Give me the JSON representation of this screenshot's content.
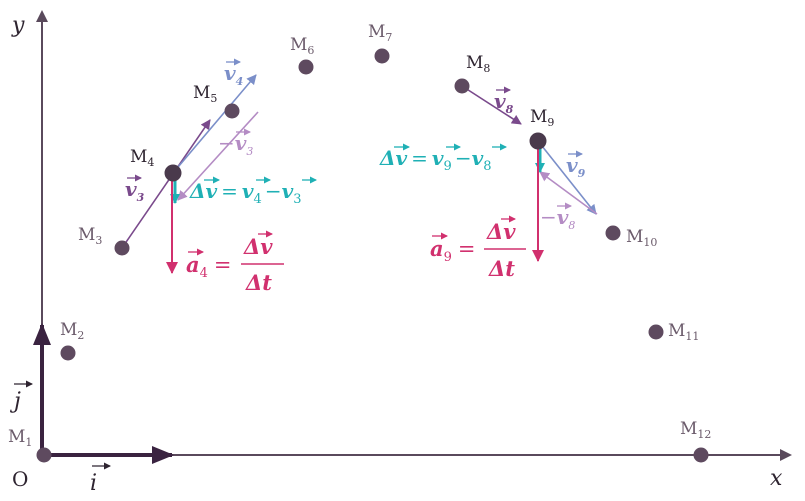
{
  "axes": {
    "x_label": "x",
    "y_label": "y",
    "origin_label": "O",
    "unit_i": "i",
    "unit_j": "j"
  },
  "points": [
    {
      "id": "M1",
      "name": "M",
      "sub": "1"
    },
    {
      "id": "M2",
      "name": "M",
      "sub": "2"
    },
    {
      "id": "M3",
      "name": "M",
      "sub": "3"
    },
    {
      "id": "M4",
      "name": "M",
      "sub": "4"
    },
    {
      "id": "M5",
      "name": "M",
      "sub": "5"
    },
    {
      "id": "M6",
      "name": "M",
      "sub": "6"
    },
    {
      "id": "M7",
      "name": "M",
      "sub": "7"
    },
    {
      "id": "M8",
      "name": "M",
      "sub": "8"
    },
    {
      "id": "M9",
      "name": "M",
      "sub": "9"
    },
    {
      "id": "M10",
      "name": "M",
      "sub": "10"
    },
    {
      "id": "M11",
      "name": "M",
      "sub": "11"
    },
    {
      "id": "M12",
      "name": "M",
      "sub": "12"
    }
  ],
  "vectors": {
    "v3": {
      "sym": "v",
      "sub": "3"
    },
    "v4": {
      "sym": "v",
      "sub": "4"
    },
    "neg_v3": {
      "sign": "−",
      "sym": "v",
      "sub": "3"
    },
    "v8": {
      "sym": "v",
      "sub": "8"
    },
    "v9": {
      "sym": "v",
      "sub": "9"
    },
    "neg_v8": {
      "sign": "−",
      "sym": "v",
      "sub": "8"
    }
  },
  "formulas": {
    "delta4": {
      "lhs": "Δv",
      "eq": "=",
      "a": "v",
      "a_sub": "4",
      "minus": "−",
      "b": "v",
      "b_sub": "3"
    },
    "delta9": {
      "lhs": "Δv",
      "eq": "=",
      "a": "v",
      "a_sub": "9",
      "minus": "−",
      "b": "v",
      "b_sub": "8"
    },
    "accel4": {
      "sym": "a",
      "sub": "4",
      "eq": "=",
      "num": "Δv",
      "den": "Δt"
    },
    "accel9": {
      "sym": "a",
      "sub": "9",
      "eq": "=",
      "num": "Δv",
      "den": "Δt"
    }
  },
  "colors": {
    "axis": "#5a4a5c",
    "unit_vector": "#3a2340",
    "point": "#5e4a5f",
    "velocity_dark": "#7a4a8c",
    "velocity_light": "#7b8fc9",
    "negative_velocity": "#b48cc4",
    "delta_v": "#1fb0b5",
    "acceleration": "#d1306e"
  }
}
